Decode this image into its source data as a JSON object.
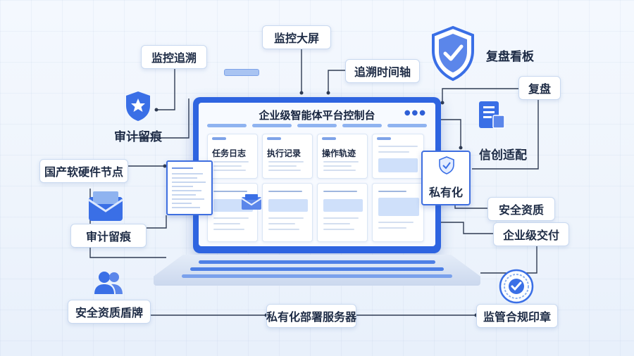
{
  "screen": {
    "title": "企业级智能体平台控制台",
    "cards": {
      "task_log": "任务日志",
      "exec_record": "执行记录",
      "op_trace": "操作轨迹"
    }
  },
  "labels": {
    "monitor_screen": "监控大屏",
    "monitor_trace": "监控追溯",
    "trace_timeline": "追溯时间轴",
    "replay_board": "复盘看板",
    "replay": "复盘",
    "audit_trace_top": "审计留痕",
    "domestic_nodes": "国产软硬件节点",
    "xinchuang": "信创适配",
    "private": "私有化",
    "security_qual": "安全资质",
    "enterprise_delivery": "企业级交付",
    "audit_trace_bottom": "审计留痕",
    "security_shield": "安全资质盾牌",
    "private_server": "私有化部署服务器",
    "compliance_seal": "监管合规印章"
  },
  "colors": {
    "primary": "#2e64e0",
    "icon_blue": "#3a6fe6",
    "light_blue": "#8fb3f0",
    "text": "#1d2b45"
  },
  "icons": [
    "shield-check-icon",
    "star-shield-icon",
    "document-stack-icon",
    "envelope-icon",
    "users-icon",
    "seal-check-icon"
  ]
}
